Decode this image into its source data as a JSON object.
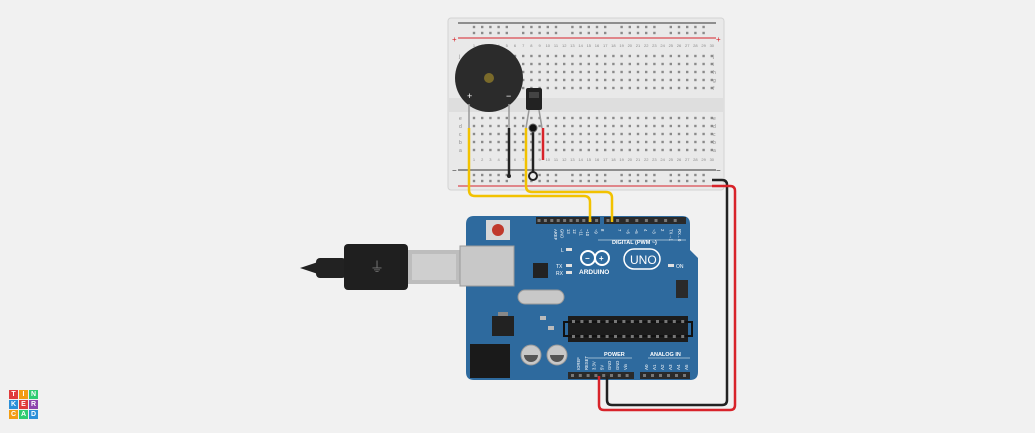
{
  "canvas": {
    "background": "#f1f1f1"
  },
  "logo": {
    "letters": [
      "T",
      "I",
      "N",
      "K",
      "E",
      "R",
      "C",
      "A",
      "D"
    ],
    "colors": [
      "#e03b3b",
      "#f39c12",
      "#2ecc71",
      "#2b8fd9",
      "#e03b3b",
      "#8e44ad",
      "#f39c12",
      "#2ecc71",
      "#2b8fd9"
    ]
  },
  "breadboard": {
    "columns_top": [
      "1",
      "2",
      "3",
      "4",
      "5",
      "6",
      "7",
      "8",
      "9",
      "10",
      "11",
      "12",
      "13",
      "14",
      "15",
      "16",
      "17",
      "18",
      "19",
      "20",
      "21",
      "22",
      "23",
      "24",
      "25",
      "26",
      "27",
      "28",
      "29",
      "30"
    ],
    "rows_top": [
      "j",
      "i",
      "h",
      "g",
      "f"
    ],
    "rows_bottom": [
      "e",
      "d",
      "c",
      "b",
      "a"
    ],
    "rail_plus": "+",
    "rail_minus": "−"
  },
  "buzzer": {
    "plus_label": "+",
    "minus_label": "−"
  },
  "arduino": {
    "brand": "ARDUINO",
    "model": "UNO",
    "digital_label": "DIGITAL (PWM ~)",
    "power_label": "POWER",
    "analog_label": "ANALOG IN",
    "on_label": "ON",
    "led_l": "L",
    "led_tx": "TX",
    "led_rx": "RX",
    "digital_pins": [
      "AREF",
      "GND",
      "13",
      "12",
      "~11",
      "~10",
      "~9",
      "8",
      "7",
      "~6",
      "~5",
      "4",
      "~3",
      "2",
      "TX→1",
      "RX←0"
    ],
    "power_pins": [
      "IOREF",
      "RESET",
      "3.3V",
      "5V",
      "GND",
      "GND",
      "Vin"
    ],
    "analog_pins": [
      "A0",
      "A1",
      "A2",
      "A3",
      "A4",
      "A5"
    ]
  },
  "wires": {
    "yellow": "#f2c200",
    "red": "#d8232a",
    "black": "#222222"
  },
  "colors": {
    "board": "#2e6a9e",
    "board_dark": "#245884",
    "header": "#2a2a2a",
    "breadboard": "#e9e9e9"
  }
}
